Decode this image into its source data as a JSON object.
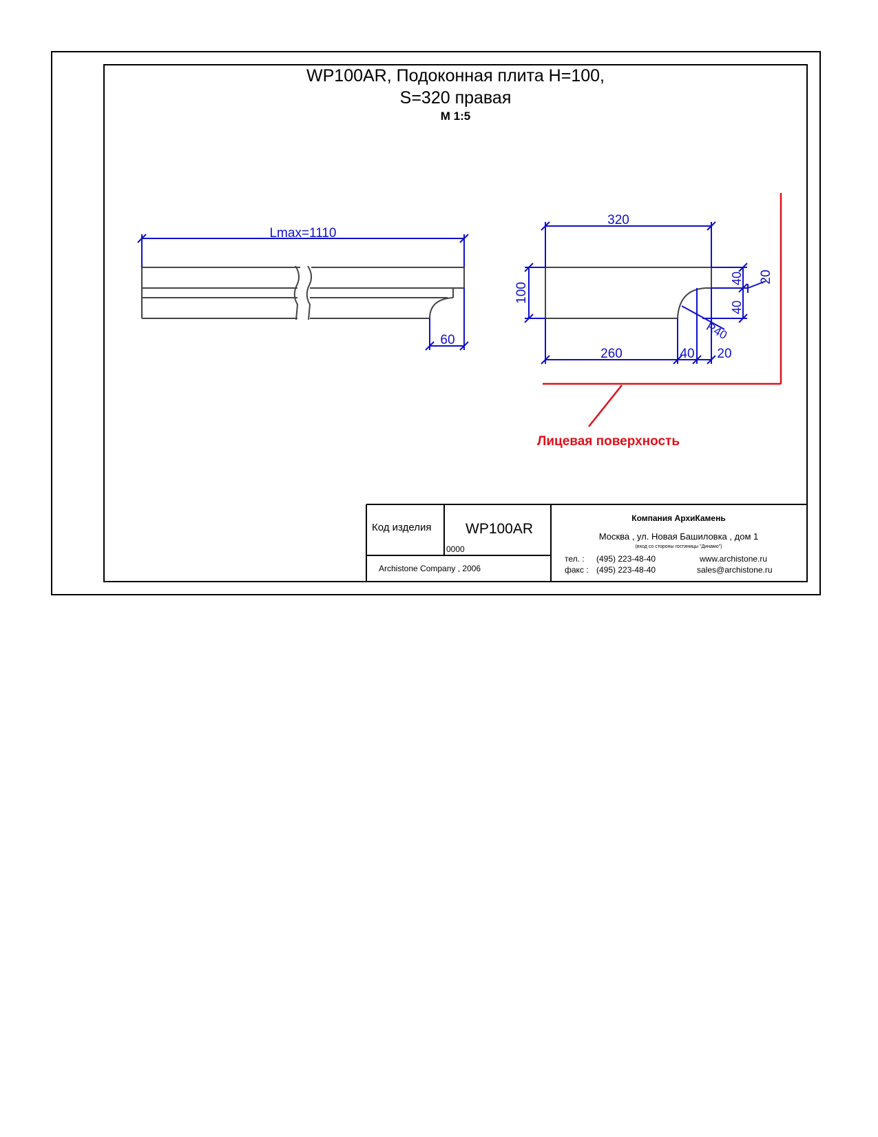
{
  "drawing": {
    "title_line1": "WP100AR, Подоконная плита H=100,",
    "title_line2": "S=320 правая",
    "scale": "M 1:5",
    "front_view": {
      "length_label": "Lmax=1110",
      "overhang_label": "60"
    },
    "section_view": {
      "width_label": "320",
      "height_label": "100",
      "dim_top_right": "40",
      "dim_lower_right": "40",
      "dim_outer_right": "20",
      "radius_label": "R40",
      "bottom_dim_1": "260",
      "bottom_dim_2": "40",
      "bottom_dim_3": "20"
    },
    "face_surface_label": "Лицевая поверхность",
    "colors": {
      "dimension": "#1010c8",
      "outline": "#444444",
      "face": "#e0101a"
    }
  },
  "title_block": {
    "product_code_label": "Код изделия",
    "product_code": "WP100AR",
    "number": "0000",
    "company_credit": "Archistone  Company ,  2006",
    "company_name": "Компания  АрхиКамень",
    "address": "Москва , ул. Новая Башиловка , дом 1",
    "entrance_note": "(вход со стороны гостиницы \"Динамо\")",
    "phone_label": "тел.   :",
    "phone": "(495) 223-48-40",
    "fax_label": "факс :",
    "fax": "(495) 223-48-40",
    "website": "www.archistone.ru",
    "email": "sales@archistone.ru"
  }
}
